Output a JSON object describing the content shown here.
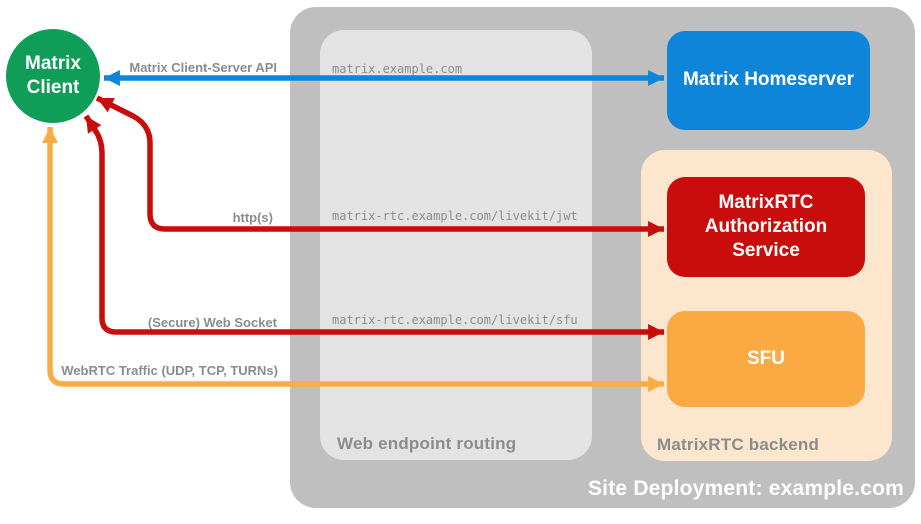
{
  "colors": {
    "canvas-bg": "#ffffff",
    "site-gray": "#bfbfbf",
    "routing-gray": "#e3e3e3",
    "backend-peach": "#fce7ce",
    "green": "#0f9d58",
    "blue": "#0e85d9",
    "red": "#c90d0d",
    "orange": "#fba942",
    "orange-arrow": "#fbab45",
    "label-gray": "#8c8c8c"
  },
  "nodes": {
    "client": {
      "label": "Matrix\nClient"
    },
    "homeserver": {
      "label": "Matrix Homeserver"
    },
    "auth_service": {
      "label": "MatrixRTC\nAuthorization\nService"
    },
    "sfu": {
      "label": "SFU"
    }
  },
  "containers": {
    "site": {
      "label": "Site Deployment: example.com"
    },
    "routing": {
      "label": "Web endpoint routing"
    },
    "backend": {
      "label": "MatrixRTC backend"
    }
  },
  "endpoints": [
    {
      "url": "matrix.example.com"
    },
    {
      "url": "matrix-rtc.example.com/livekit/jwt"
    },
    {
      "url": "matrix-rtc.example.com/livekit/sfu"
    }
  ],
  "arrows": [
    {
      "label": "Matrix Client-Server API",
      "color": "blue",
      "from": "Matrix Client",
      "to": "Matrix Homeserver",
      "bidirectional": true
    },
    {
      "label": "http(s)",
      "color": "red",
      "from": "Matrix Client",
      "to": "MatrixRTC Authorization Service",
      "bidirectional": true
    },
    {
      "label": "(Secure) Web Socket",
      "color": "red",
      "from": "Matrix Client",
      "to": "SFU",
      "bidirectional": true
    },
    {
      "label": "WebRTC Traffic (UDP, TCP, TURNs)",
      "color": "orange",
      "from": "Matrix Client",
      "to": "SFU",
      "bidirectional": true
    }
  ]
}
